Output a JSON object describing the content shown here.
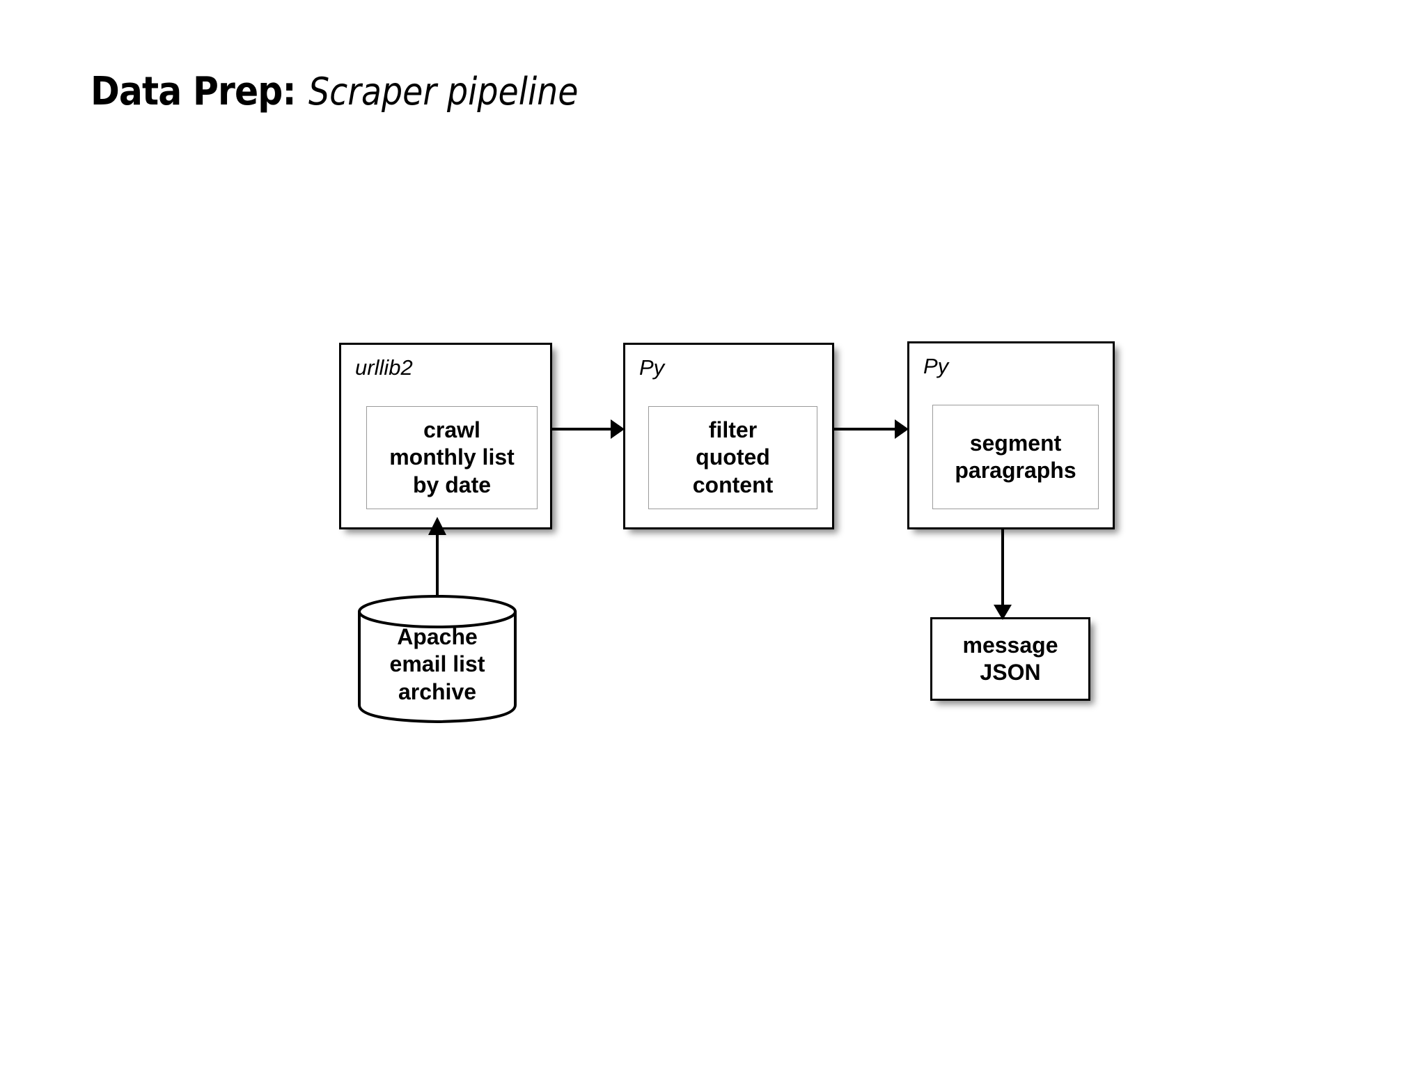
{
  "slide": {
    "title_main": "Data Prep:",
    "title_sub": "Scraper pipeline",
    "background_color": "#ffffff",
    "ink_color": "#000000",
    "inner_border_color": "#9a9a9a"
  },
  "diagram": {
    "type": "flowchart",
    "nodes": [
      {
        "id": "crawl",
        "shape": "process-box",
        "tech_label": "urllib2",
        "text": "crawl\nmonthly list\nby date"
      },
      {
        "id": "filter",
        "shape": "process-box",
        "tech_label": "Py",
        "text": "filter\nquoted\ncontent"
      },
      {
        "id": "segment",
        "shape": "process-box",
        "tech_label": "Py",
        "text": "segment\nparagraphs"
      },
      {
        "id": "archive",
        "shape": "cylinder",
        "text": "Apache\nemail list\narchive"
      },
      {
        "id": "json",
        "shape": "rectangle",
        "text": "message\nJSON"
      }
    ],
    "edges": [
      {
        "id": "e1",
        "from": "crawl",
        "to": "filter",
        "direction": "right"
      },
      {
        "id": "e2",
        "from": "filter",
        "to": "segment",
        "direction": "right"
      },
      {
        "id": "e3",
        "from": "segment",
        "to": "json",
        "direction": "down"
      },
      {
        "id": "e4",
        "from": "archive",
        "to": "crawl",
        "direction": "up"
      }
    ]
  }
}
